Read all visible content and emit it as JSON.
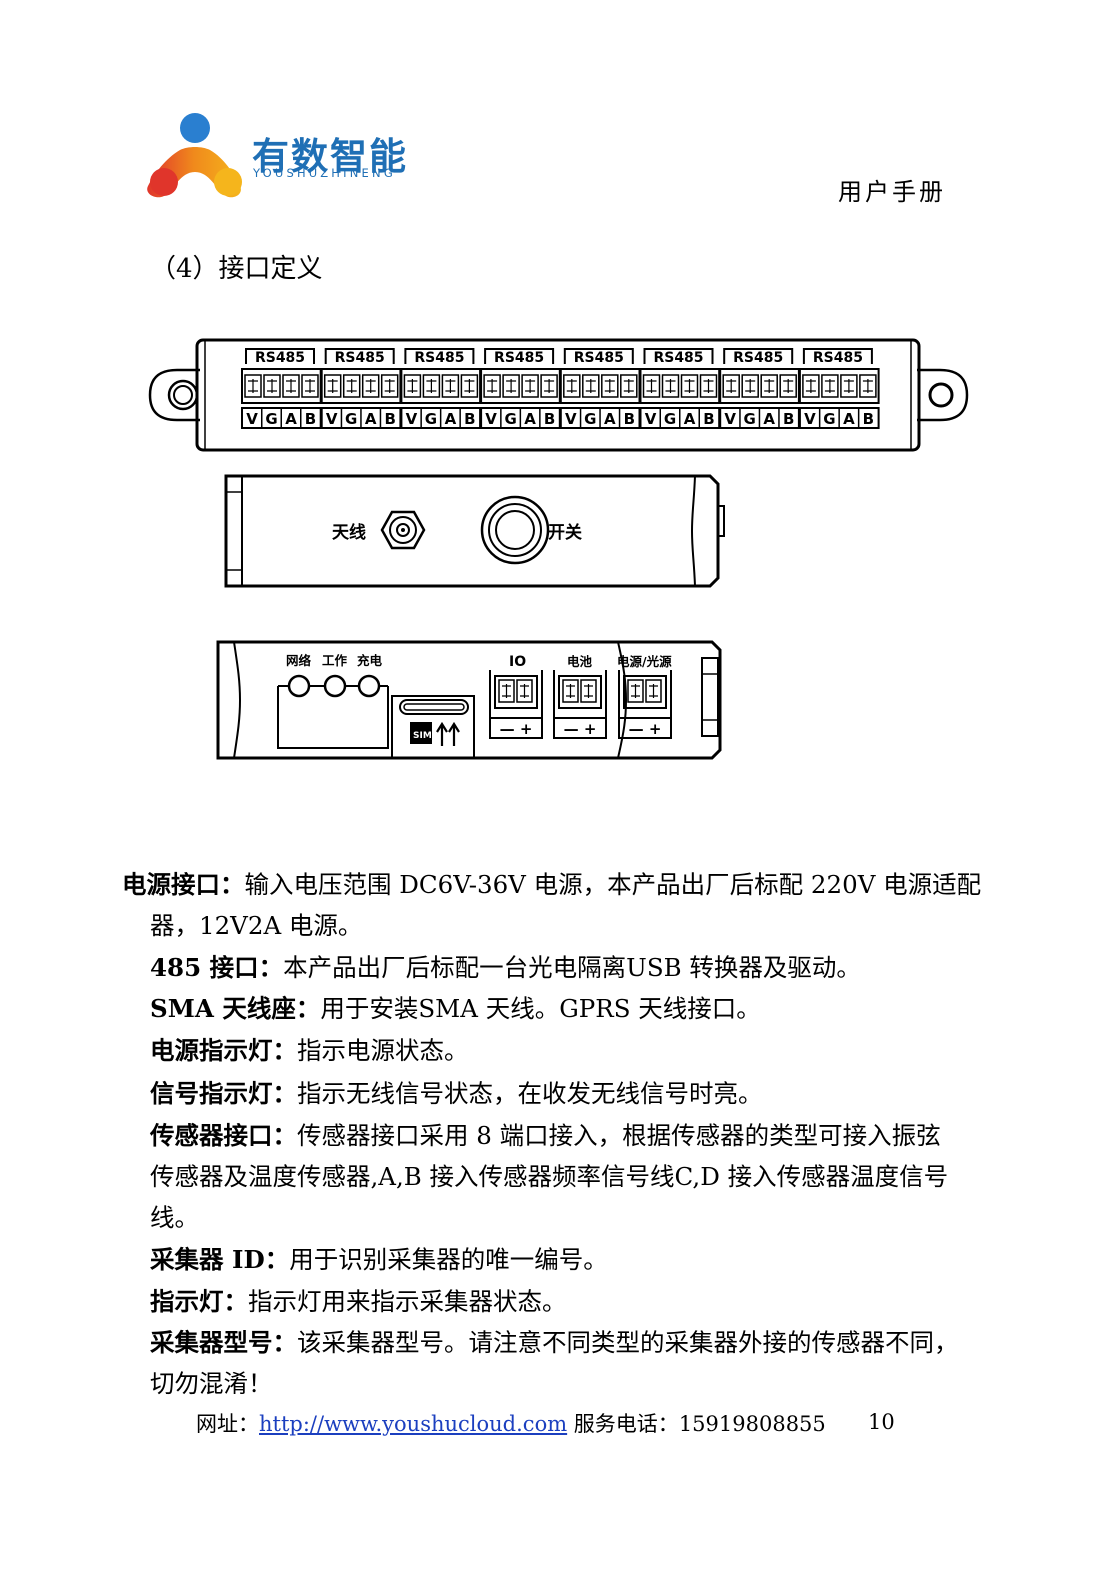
{
  "header": {
    "logo_cn": "有数智能",
    "logo_en": "YOUSHUZHINENG",
    "doc_label": "用户手册"
  },
  "section_title": "（4）接口定义",
  "diagram": {
    "top_panel": {
      "port_label": "RS485",
      "port_count": 8,
      "pin_labels": [
        "V",
        "G",
        "A",
        "B"
      ]
    },
    "side_panel": {
      "antenna_label": "天线",
      "switch_label": "开关"
    },
    "bottom_panel": {
      "led_labels": [
        "网络",
        "工作",
        "充电"
      ],
      "sim_label": "SIM",
      "io_label": "IO",
      "battery_label": "电池",
      "power_label": "电源/光源",
      "terminal_signs": "— +"
    }
  },
  "descriptions": [
    {
      "term": "电源接口：",
      "text": "输入电压范围 DC6V-36V 电源，本产品出厂后标配 220V 电源适配器，12V2A 电源。"
    },
    {
      "term": "485 接口：",
      "text": "本产品出厂后标配一台光电隔离USB 转换器及驱动。"
    },
    {
      "term": "SMA 天线座：",
      "text": "用于安装SMA 天线。GPRS 天线接口。"
    },
    {
      "term": "电源指示灯：",
      "text": "指示电源状态。"
    },
    {
      "term": "信号指示灯：",
      "text": "指示无线信号状态，在收发无线信号时亮。"
    },
    {
      "term": "传感器接口：",
      "text": "传感器接口采用 8 端口接入，根据传感器的类型可接入振弦传感器及温度传感器,A,B 接入传感器频率信号线C,D 接入传感器温度信号线。"
    },
    {
      "term": "采集器 ID：",
      "text": "用于识别采集器的唯一编号。"
    },
    {
      "term": "指示灯：",
      "text": "指示灯用来指示采集器状态。"
    },
    {
      "term": "采集器型号：",
      "text": "该采集器型号。请注意不同类型的采集器外接的传感器不同，切勿混淆！"
    }
  ],
  "footer": {
    "site_label": "网址：",
    "url": "http://www.youshucloud.com",
    "phone_label": " 服务电话：",
    "phone": "15919808855"
  },
  "page_number": "10",
  "colors": {
    "logo_blue": "#1f6fb5",
    "logo_orange": "#f08a1c",
    "logo_red": "#e0352b",
    "link_blue": "#1b3fbf"
  }
}
